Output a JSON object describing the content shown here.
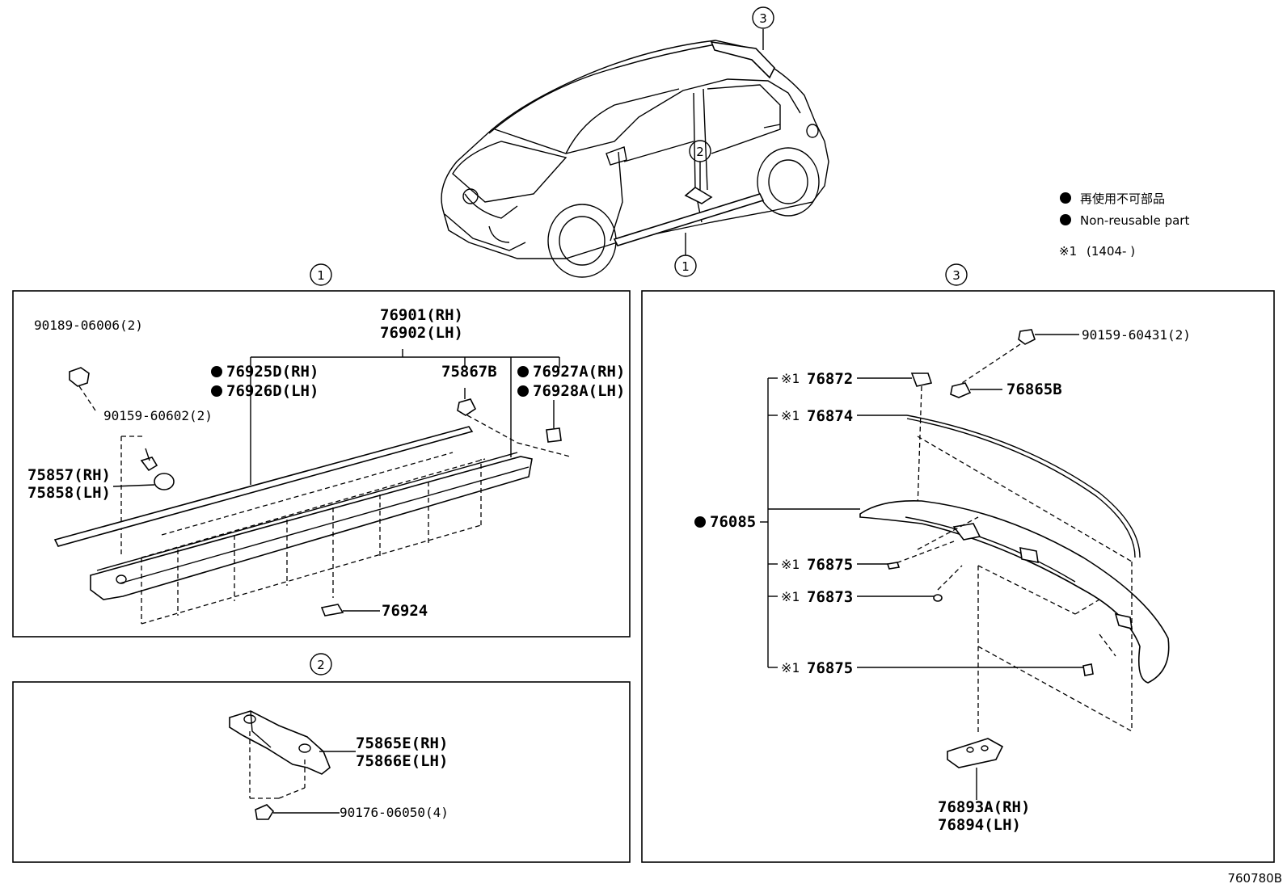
{
  "legend": {
    "non_reusable_jp": "再使用不可部品",
    "non_reusable_en": "Non-reusable part",
    "note_prefix": "※1",
    "note_range": "(1404-      )"
  },
  "callouts": {
    "c1": "1",
    "c2": "2",
    "c3": "3"
  },
  "panel1": {
    "p_90189": "90189-06006(2)",
    "p_90159a": "90159-60602(2)",
    "p_75857": "75857(RH)",
    "p_75858": "75858(LH)",
    "p_76901": "76901(RH)",
    "p_76902": "76902(LH)",
    "p_76925": "76925D(RH)",
    "p_76926": "76926D(LH)",
    "p_75867": "75867B",
    "p_76927": "76927A(RH)",
    "p_76928": "76928A(LH)",
    "p_76924": "76924"
  },
  "panel2": {
    "p_75865": "75865E(RH)",
    "p_75866": "75866E(LH)",
    "p_90176": "90176-06050(4)"
  },
  "panel3": {
    "p_90159b": "90159-60431(2)",
    "p_76872": "76872",
    "p_76865": "76865B",
    "p_76874": "76874",
    "p_76085": "76085",
    "p_76875a": "76875",
    "p_76873": "76873",
    "p_76875b": "76875",
    "p_76893": "76893A(RH)",
    "p_76894": "76894(LH)",
    "note_mark": "※1"
  },
  "figure_id": "760780B"
}
